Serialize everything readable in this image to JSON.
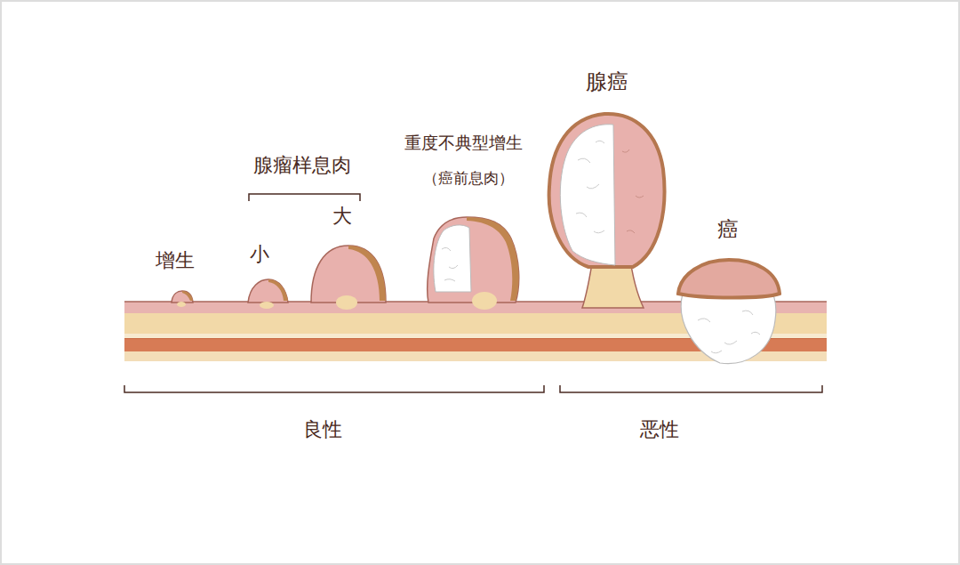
{
  "diagram": {
    "labels": [
      "增生",
      "腺瘤样息肉",
      "小",
      "大",
      "重度不典型增生",
      "（癌前息肉）",
      "腺癌",
      "癌",
      "良性",
      "恶性"
    ]
  }
}
